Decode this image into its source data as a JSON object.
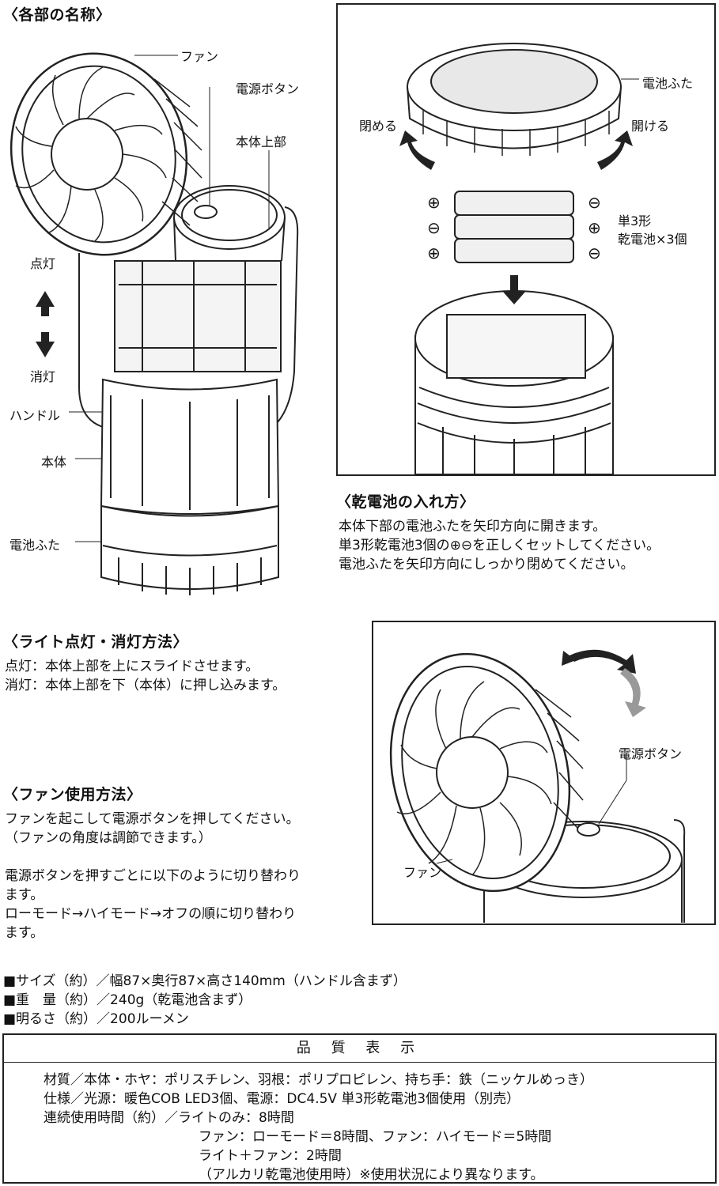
{
  "parts": {
    "title": "〈各部の名称〉",
    "fan": "ファン",
    "power_button": "電源ボタン",
    "body_top": "本体上部",
    "light_on": "点灯",
    "light_off": "消灯",
    "handle": "ハンドル",
    "body": "本体",
    "battery_cover": "電池ふた"
  },
  "battery_diagram": {
    "cover": "電池ふた",
    "close": "閉める",
    "open": "開ける",
    "battery_type": "単3形",
    "battery_count": "乾電池×3個",
    "plus": "⊕",
    "minus": "⊖"
  },
  "battery_instructions": {
    "title": "〈乾電池の入れ方〉",
    "lines": [
      "本体下部の電池ふたを矢印方向に開きます。",
      "単3形乾電池3個の⊕⊖を正しくセットしてください。",
      "電池ふたを矢印方向にしっかり閉めてください。"
    ]
  },
  "light_usage": {
    "title": "〈ライト点灯・消灯方法〉",
    "lines": [
      "点灯：本体上部を上にスライドさせます。",
      "消灯：本体上部を下（本体）に押し込みます。"
    ]
  },
  "fan_usage": {
    "title": "〈ファン使用方法〉",
    "lines": [
      "ファンを起こして電源ボタンを押してください。",
      "（ファンの角度は調節できます。）",
      "",
      "電源ボタンを押すごとに以下のように切り替わり",
      "ます。",
      "ローモード→ハイモード→オフの順に切り替わり",
      "ます。"
    ]
  },
  "fan_diagram": {
    "power_button": "電源ボタン",
    "fan": "ファン"
  },
  "specs": [
    "■サイズ（約）／幅87×奥行87×高さ140mm（ハンドル含まず）",
    "■重　量（約）／240g（乾電池含まず）",
    "■明るさ（約）／200ルーメン"
  ],
  "quality": {
    "title": "品 質 表 示",
    "lines": [
      "材質／本体・ホヤ：ポリスチレン、羽根：ポリプロピレン、持ち手：鉄（ニッケルめっき）",
      "仕様／光源：暖色COB LED3個、電源：DC4.5V 単3形乾電池3個使用（別売）",
      "連続使用時間（約）／ライトのみ：8時間",
      "ファン：ローモード＝8時間、ファン：ハイモード＝5時間",
      "ライト＋ファン：2時間",
      "（アルカリ乾電池使用時）※使用状況により異なります。"
    ]
  }
}
